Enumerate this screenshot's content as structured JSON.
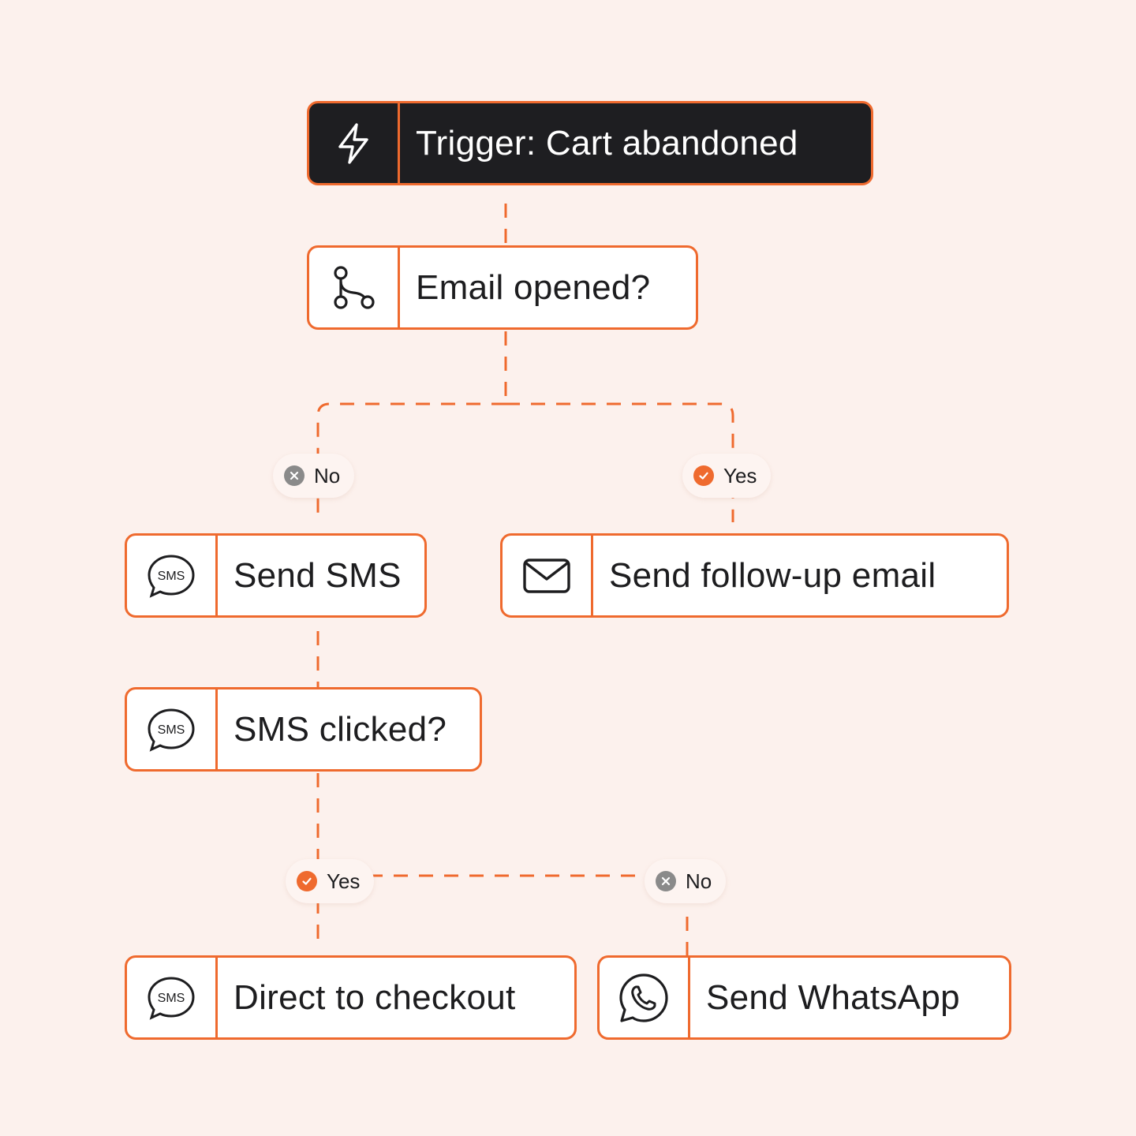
{
  "colors": {
    "accent": "#ef6a2e",
    "dark_node": "#1e1e21",
    "background": "#fcf1ed",
    "no_badge": "#8a8a8a"
  },
  "nodes": {
    "trigger": {
      "label": "Trigger: Cart abandoned",
      "icon": "lightning-bolt-icon"
    },
    "email_opened": {
      "label": "Email opened?",
      "icon": "branch-icon"
    },
    "send_sms": {
      "label": "Send SMS",
      "icon": "sms-bubble-icon"
    },
    "send_email": {
      "label": "Send follow-up email",
      "icon": "envelope-icon"
    },
    "sms_clicked": {
      "label": "SMS clicked?",
      "icon": "sms-bubble-icon"
    },
    "checkout": {
      "label": "Direct to checkout",
      "icon": "sms-bubble-icon"
    },
    "whatsapp": {
      "label": "Send WhatsApp",
      "icon": "whatsapp-icon"
    }
  },
  "branches": {
    "email_no": {
      "label": "No",
      "icon": "x-circle-icon"
    },
    "email_yes": {
      "label": "Yes",
      "icon": "check-circle-icon"
    },
    "sms_yes": {
      "label": "Yes",
      "icon": "check-circle-icon"
    },
    "sms_no": {
      "label": "No",
      "icon": "x-circle-icon"
    }
  }
}
